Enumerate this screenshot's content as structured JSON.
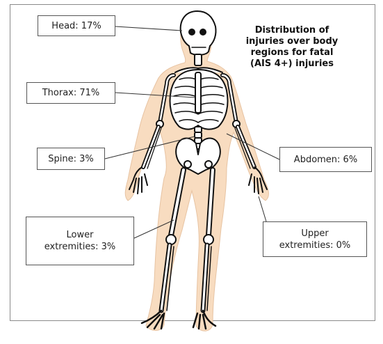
{
  "title": {
    "lines": [
      "Distribution of",
      "injuries over body",
      "regions for fatal",
      "(AIS 4+) injuries"
    ]
  },
  "labels": {
    "head": "Head: 17%",
    "thorax": "Thorax: 71%",
    "spine": "Spine: 3%",
    "abdomen": "Abdomen: 6%",
    "lower_line1": "Lower",
    "lower_line2": "extremities: 3%",
    "upper_line1": "Upper",
    "upper_line2": "extremities: 0%"
  },
  "colors": {
    "body_fill": "#f8dcc0",
    "bone_fill": "#ffffff",
    "bone_stroke": "#111111",
    "leader_line": "#333333"
  }
}
